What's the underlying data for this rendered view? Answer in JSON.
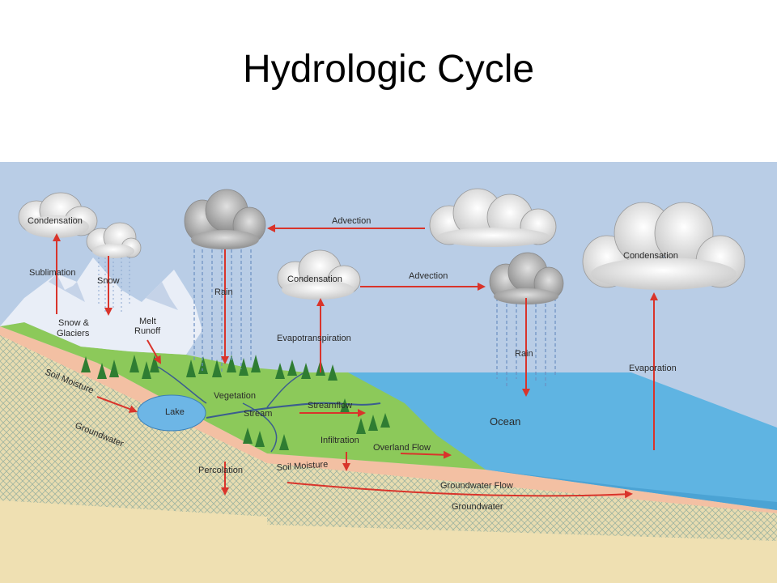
{
  "title": "Hydrologic Cycle",
  "colors": {
    "sky": "#b9cde6",
    "ocean": "#5fb4e2",
    "land": "#8cc95a",
    "soil": "#f3c0a3",
    "groundwater_band": "#e8dcb0",
    "bedrock": "#efe0b2",
    "arrow": "#d9342b",
    "rain": "#6b8fc2"
  },
  "labels": {
    "condensation_left": "Condensation",
    "condensation_mid": "Condensation",
    "condensation_right": "Condensation",
    "sublimation": "Sublimation",
    "snow": "Snow",
    "snow_glaciers_1": "Snow &",
    "snow_glaciers_2": "Glaciers",
    "melt_runoff_1": "Melt",
    "melt_runoff_2": "Runoff",
    "rain_left": "Rain",
    "rain_right": "Rain",
    "advection_top": "Advection",
    "advection_mid": "Advection",
    "evapotranspiration": "Evapotranspiration",
    "evaporation": "Evaporation",
    "soil_moisture_left": "Soil Moisture",
    "soil_moisture_right": "Soil Moisture",
    "groundwater_left": "Groundwater",
    "groundwater_bottom": "Groundwater",
    "lake": "Lake",
    "vegetation": "Vegetation",
    "stream": "Stream",
    "streamflow": "Streamflow",
    "infiltration": "Infiltration",
    "overland_flow": "Overland Flow",
    "percolation": "Percolation",
    "groundwater_flow": "Groundwater Flow",
    "ocean": "Ocean"
  }
}
